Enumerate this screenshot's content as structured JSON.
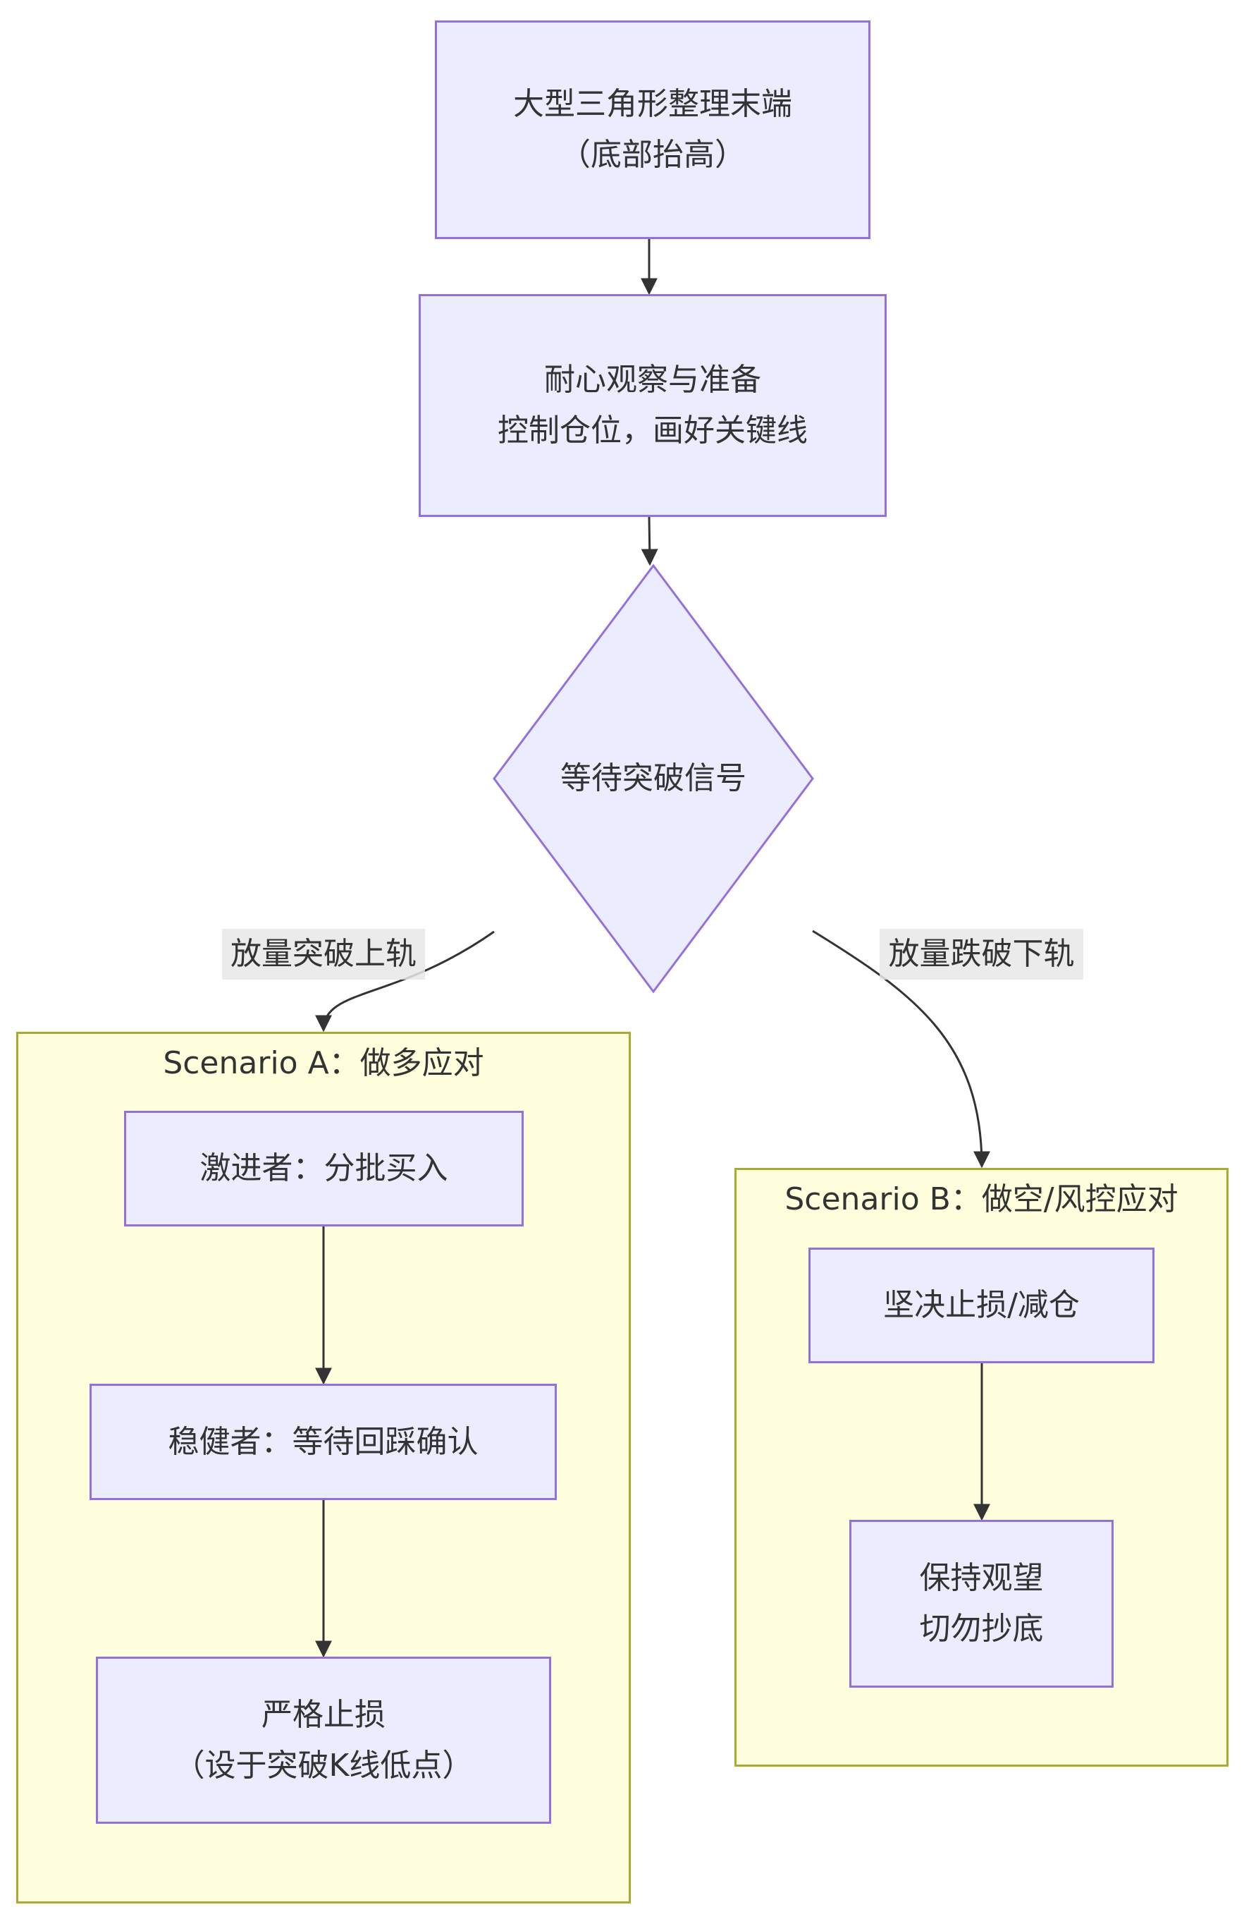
{
  "diagram": {
    "type": "flowchart",
    "colors": {
      "node_fill": "#ececff",
      "node_border": "#9370db",
      "cluster_fill": "#ffffde",
      "cluster_border": "#aaaa33",
      "edge": "#333333",
      "edge_label_bg": "#e8e8e8",
      "text": "#333333"
    },
    "nodes": {
      "start": {
        "lines": [
          "大型三角形整理末端",
          "（底部抬高）"
        ]
      },
      "prepare": {
        "lines": [
          "耐心观察与准备",
          "控制仓位，画好关键线"
        ]
      },
      "decision": {
        "label": "等待突破信号"
      },
      "a1": {
        "lines": [
          "激进者：分批买入"
        ]
      },
      "a2": {
        "lines": [
          "稳健者：等待回踩确认"
        ]
      },
      "a3": {
        "lines": [
          "严格止损",
          "（设于突破K线低点）"
        ]
      },
      "b1": {
        "lines": [
          "坚决止损/减仓"
        ]
      },
      "b2": {
        "lines": [
          "保持观望",
          "切勿抄底"
        ]
      }
    },
    "clusters": {
      "a": {
        "title": "Scenario A：做多应对"
      },
      "b": {
        "title": "Scenario B：做空/风控应对"
      }
    },
    "edges": [
      {
        "from": "start",
        "to": "prepare",
        "label": ""
      },
      {
        "from": "prepare",
        "to": "decision",
        "label": ""
      },
      {
        "from": "decision",
        "to": "cluster_a",
        "label": "放量突破上轨"
      },
      {
        "from": "decision",
        "to": "cluster_b",
        "label": "放量跌破下轨"
      },
      {
        "from": "a1",
        "to": "a2",
        "label": ""
      },
      {
        "from": "a2",
        "to": "a3",
        "label": ""
      },
      {
        "from": "b1",
        "to": "b2",
        "label": ""
      }
    ]
  }
}
